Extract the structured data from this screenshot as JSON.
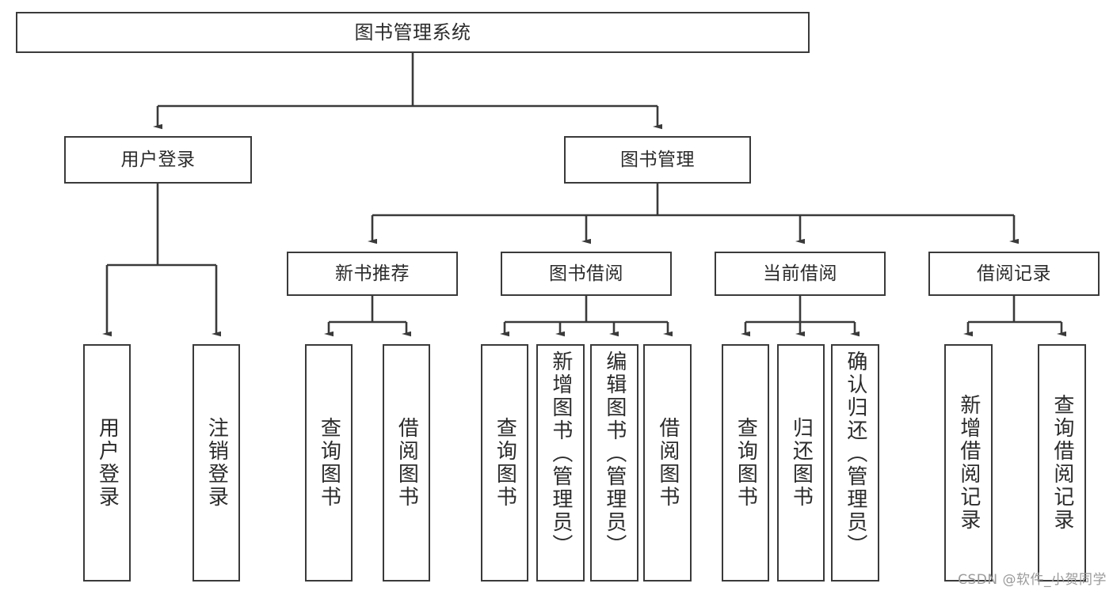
{
  "diagram": {
    "title": "图书管理系统",
    "type": "tree-hierarchy-diagram",
    "stroke_color": "#3a3a3a",
    "background_color": "#ffffff",
    "text_color": "#2b2b2b"
  },
  "nodes": {
    "root": {
      "label": "图书管理系统"
    },
    "level1": [
      {
        "label": "用户登录"
      },
      {
        "label": "图书管理"
      }
    ],
    "level2": [
      {
        "label": "新书推荐"
      },
      {
        "label": "图书借阅"
      },
      {
        "label": "当前借阅"
      },
      {
        "label": "借阅记录"
      }
    ],
    "leaves_user_login": [
      {
        "label": "用户登录"
      },
      {
        "label": "注销登录"
      }
    ],
    "leaves_new_book": [
      {
        "label": "查询图书"
      },
      {
        "label": "借阅图书"
      }
    ],
    "leaves_borrow": [
      {
        "label": "查询图书"
      },
      {
        "label": "新增图书（管理员）"
      },
      {
        "label": "编辑图书（管理员）"
      },
      {
        "label": "借阅图书"
      }
    ],
    "leaves_current": [
      {
        "label": "查询图书"
      },
      {
        "label": "归还图书"
      },
      {
        "label": "确认归还（管理员）"
      }
    ],
    "leaves_record": [
      {
        "label": "新增借阅记录"
      },
      {
        "label": "查询借阅记录"
      }
    ]
  },
  "watermark": {
    "text": "CSDN @软件_小贺同学"
  }
}
